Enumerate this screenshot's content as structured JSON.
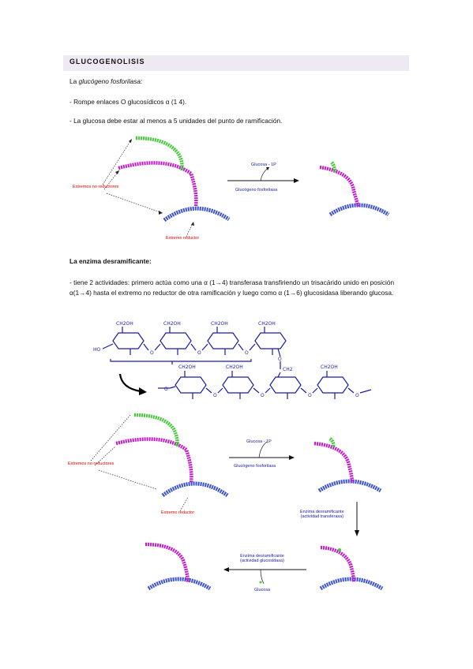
{
  "section": {
    "title": "GLUCOGENOLISIS"
  },
  "intro": {
    "prefix": "La ",
    "enzyme_italic": "glucógeno fosforilasa:"
  },
  "bullets": [
    " - Rompe enlaces O glucosídicos α (1 4).",
    "- La glucosa debe estar al menos a 5 unidades del punto de ramificación."
  ],
  "debranching": {
    "heading": "La enzima desramificante:",
    "text": "- tiene 2 actividades: primero actúa como una α (1→4) transferasa transfiriendo un trisacárido unido en posición α(1→4) hasta el extremo no reductor de otra ramificación y luego como α (1→6) glucosidasa liberando glucosa."
  },
  "diagram1": {
    "label_nonreducing": "Extremos no reductores",
    "label_reducing": "Extremo reductor",
    "arrow_top": "Glucosa - 1P",
    "arrow_bottom": "Glucógeno fosforilasa"
  },
  "chem": {
    "ch2oh": "CH2OH",
    "ho": "HO",
    "o": "O",
    "ch2": "CH2"
  },
  "diagram2": {
    "label_nonreducing": "Extremos no reductores",
    "label_reducing": "Extremo reductor",
    "arrow1_top": "Glucosa - 1P",
    "arrow1_bottom": "Glucógeno fosforilasa",
    "arrow2_line1": "Enzima desramificante",
    "arrow2_line2": "(actividad transferasa)",
    "arrow3_line1": "Enzima desramificante",
    "arrow3_line2": "(actividad glucosidasa)",
    "arrow3_bottom": "Glucosa"
  },
  "colors": {
    "blue": "#3a52d0",
    "magenta": "#c21cc9",
    "green": "#47c93a",
    "red": "#e00000",
    "text_blue": "#1a1aa0",
    "section_bg": "#efe9f1"
  }
}
